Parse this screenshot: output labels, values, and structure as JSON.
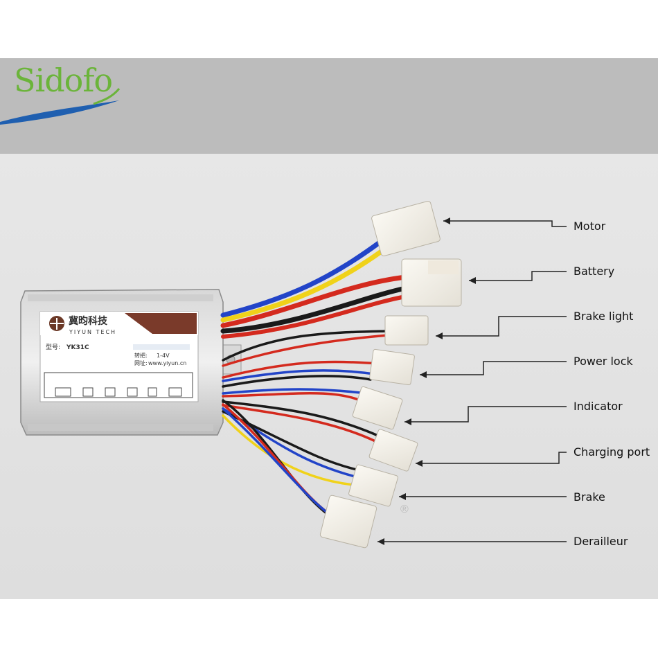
{
  "brand": {
    "name": "Sidofo",
    "text_color": "#6bb43a",
    "swoosh_color": "#1f5fb0"
  },
  "product": {
    "brand_cn": "冀昀科技",
    "brand_en": "YIYUN TECH",
    "model_label": "型号:",
    "model": "YK31C",
    "throttle_label": "转把:",
    "throttle_range": "1-4V",
    "website_label": "网址:",
    "website": "www.yiyun.cn",
    "mark": "®"
  },
  "callouts": [
    {
      "id": "motor",
      "label": "Motor"
    },
    {
      "id": "battery",
      "label": "Battery"
    },
    {
      "id": "brake-light",
      "label": "Brake light"
    },
    {
      "id": "power-lock",
      "label": "Power lock"
    },
    {
      "id": "indicator",
      "label": "Indicator"
    },
    {
      "id": "charging-port",
      "label": "Charging port"
    },
    {
      "id": "brake",
      "label": "Brake"
    },
    {
      "id": "derailleur",
      "label": "Derailleur"
    }
  ],
  "colors": {
    "banner": "#bcbcbc",
    "background": "#e3e3e3",
    "wire_red": "#d42a1e",
    "wire_black": "#1a1a1a",
    "wire_blue": "#2244c8",
    "wire_yellow": "#f0d21a",
    "connector": "#f7f4ec"
  }
}
